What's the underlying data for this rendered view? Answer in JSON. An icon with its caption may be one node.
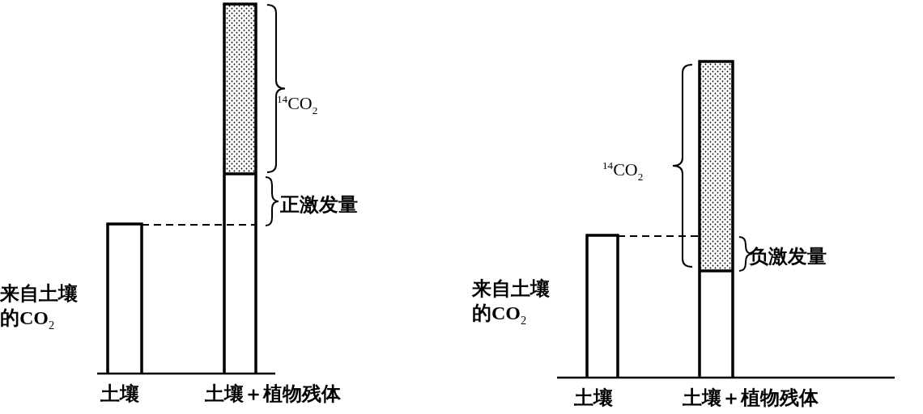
{
  "diagram": {
    "labels": [
      "$^{14}$CO$_{2}$",
      "正激发量",
      "来自土壤的CO$_{2}$",
      "土壤",
      "土壤＋植物残体",
      "$^{14}$CO$_{2}$",
      "负激发量",
      "来自土壤的CO$_{2}$",
      "土壤",
      "土壤＋植物残体"
    ]
  }
}
